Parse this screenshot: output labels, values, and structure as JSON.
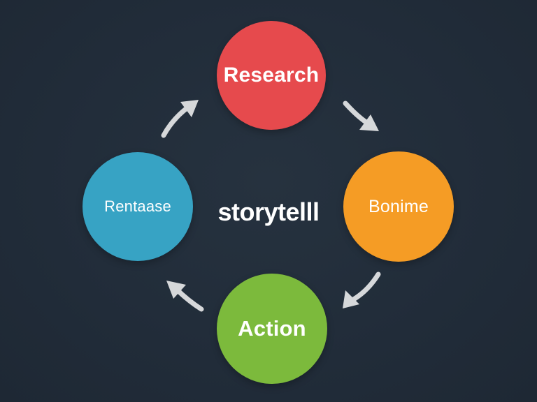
{
  "diagram": {
    "center_label": "storytelll",
    "nodes": [
      {
        "id": "research",
        "label": "Research",
        "color": "#e64a4d"
      },
      {
        "id": "bonime",
        "label": "Bonime",
        "color": "#f59c25"
      },
      {
        "id": "action",
        "label": "Action",
        "color": "#7cba3c"
      },
      {
        "id": "rentaase",
        "label": "Rentaase",
        "color": "#37a3c4"
      }
    ],
    "arrow_color": "#d6d8da",
    "background": "#212d3b"
  }
}
